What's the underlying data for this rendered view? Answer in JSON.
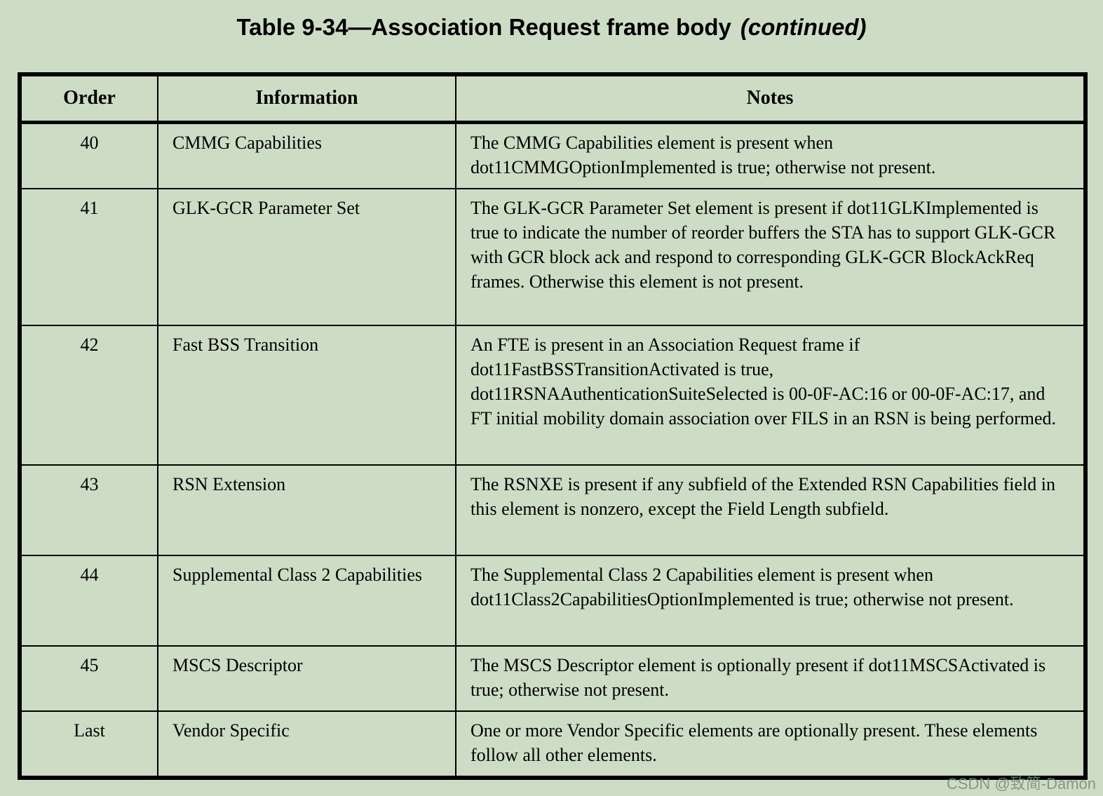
{
  "caption": {
    "main": "Table 9-34—Association Request frame body",
    "continued": "(continued)"
  },
  "table": {
    "headers": [
      "Order",
      "Information",
      "Notes"
    ],
    "rows": [
      {
        "order": "40",
        "information": "CMMG Capabilities",
        "notes": "The CMMG Capabilities element is present when dot11CMMGOptionImplemented is true; otherwise not present."
      },
      {
        "order": "41",
        "information": "GLK-GCR Parameter Set",
        "notes": "The GLK-GCR Parameter Set element is present if dot11GLKImplemented is true to indicate the number of reorder buffers the STA has to support GLK-GCR with GCR block ack and respond to corresponding GLK-GCR BlockAckReq frames. Otherwise this element is not present."
      },
      {
        "order": "42",
        "information": "Fast BSS Transition",
        "notes": "An FTE is present in an Association Request frame if dot11FastBSSTransitionActivated is true, dot11RSNAAuthenticationSuiteSelected is 00-0F-AC:16 or 00-0F-AC:17, and FT initial mobility domain association over FILS in an RSN is being performed."
      },
      {
        "order": "43",
        "information": "RSN Extension",
        "notes": "The RSNXE is present if any subfield of the Extended RSN Capabilities field in this element is nonzero, except the Field Length subfield."
      },
      {
        "order": "44",
        "information": "Supplemental Class 2 Capabilities",
        "notes": "The Supplemental Class 2 Capabilities element is present when dot11Class2CapabilitiesOptionImplemented is true; otherwise not present."
      },
      {
        "order": "45",
        "information": "MSCS Descriptor",
        "notes": "The MSCS Descriptor element is optionally present if dot11MSCSActivated is true; otherwise not present."
      },
      {
        "order": "Last",
        "information": "Vendor Specific",
        "notes": "One or more Vendor Specific elements are optionally present. These elements follow all other elements."
      }
    ]
  },
  "watermark": {
    "text": "CSDN @致简-Damon"
  },
  "colors": {
    "background": "#cdddc5",
    "border": "#000000",
    "text": "#000000",
    "watermark": "#7d877e"
  }
}
